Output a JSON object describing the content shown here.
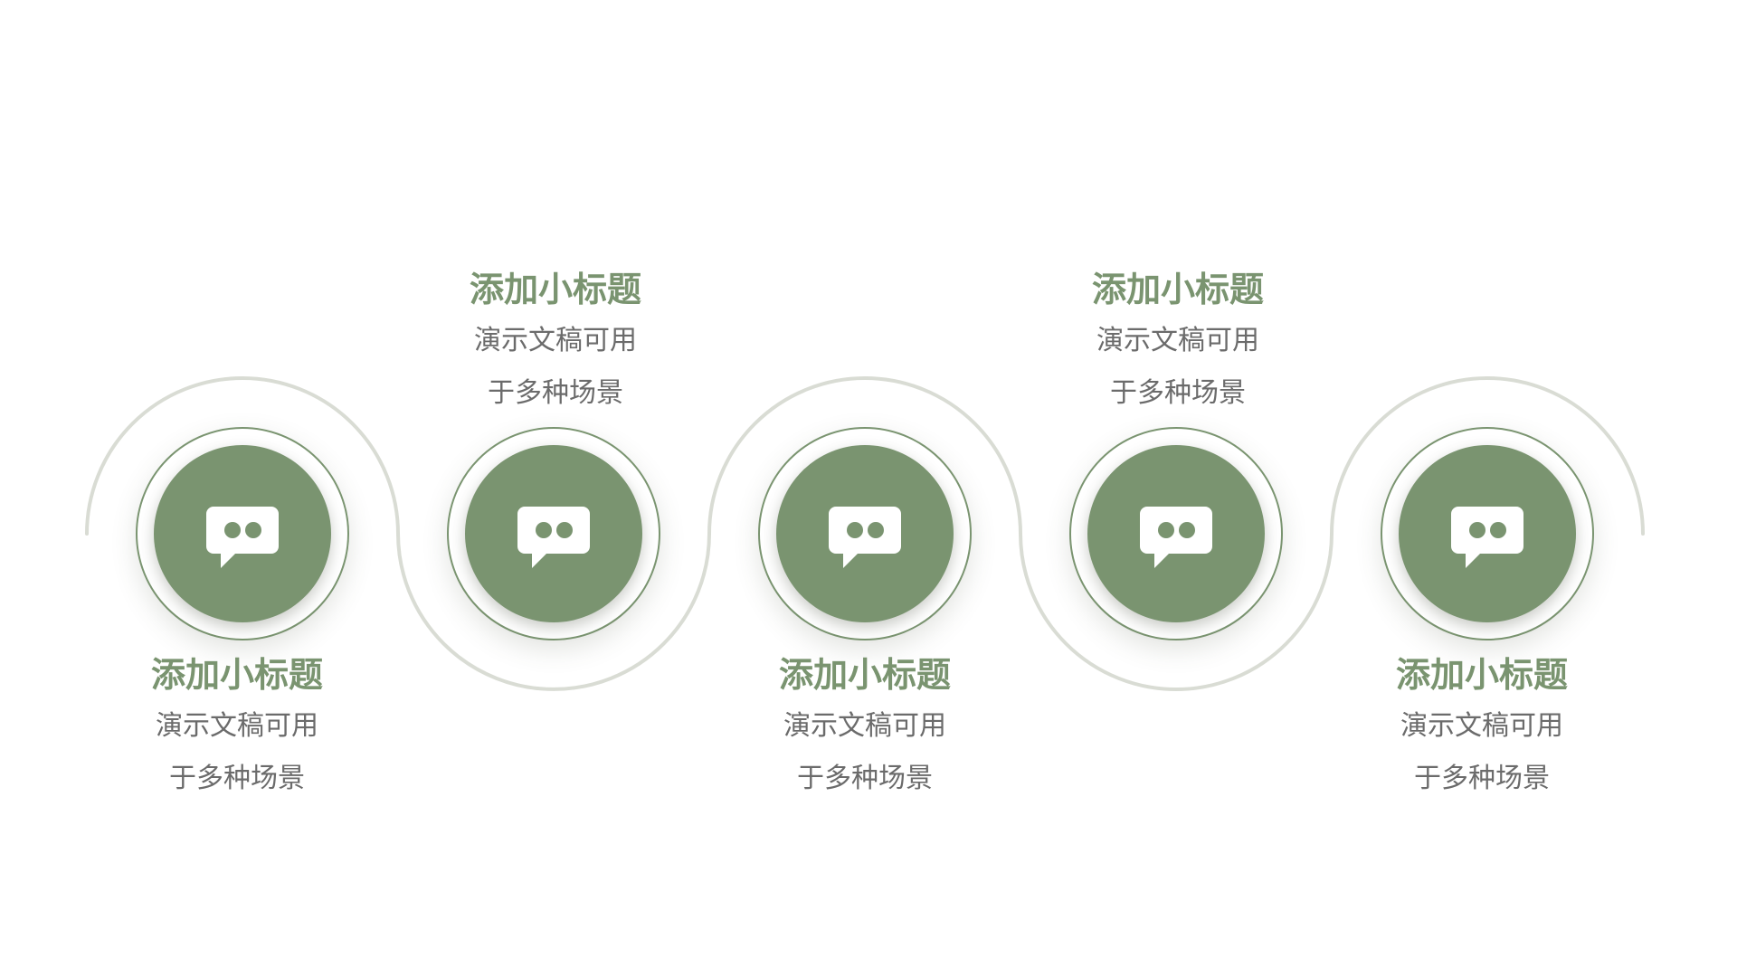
{
  "colors": {
    "accent": "#7a9470",
    "text": "#6b6b6b",
    "arc": "#d9dcd4",
    "background": "#ffffff"
  },
  "steps": [
    {
      "title": "添加小标题",
      "line1": "演示文稿可用",
      "line2": "于多种场景",
      "icon": "chat-bubble-icon",
      "caption_position": "below"
    },
    {
      "title": "添加小标题",
      "line1": "演示文稿可用",
      "line2": "于多种场景",
      "icon": "chat-bubble-icon",
      "caption_position": "above"
    },
    {
      "title": "添加小标题",
      "line1": "演示文稿可用",
      "line2": "于多种场景",
      "icon": "chat-bubble-icon",
      "caption_position": "below"
    },
    {
      "title": "添加小标题",
      "line1": "演示文稿可用",
      "line2": "于多种场景",
      "icon": "chat-bubble-icon",
      "caption_position": "above"
    },
    {
      "title": "添加小标题",
      "line1": "演示文稿可用",
      "line2": "于多种场景",
      "icon": "chat-bubble-icon",
      "caption_position": "below"
    }
  ]
}
